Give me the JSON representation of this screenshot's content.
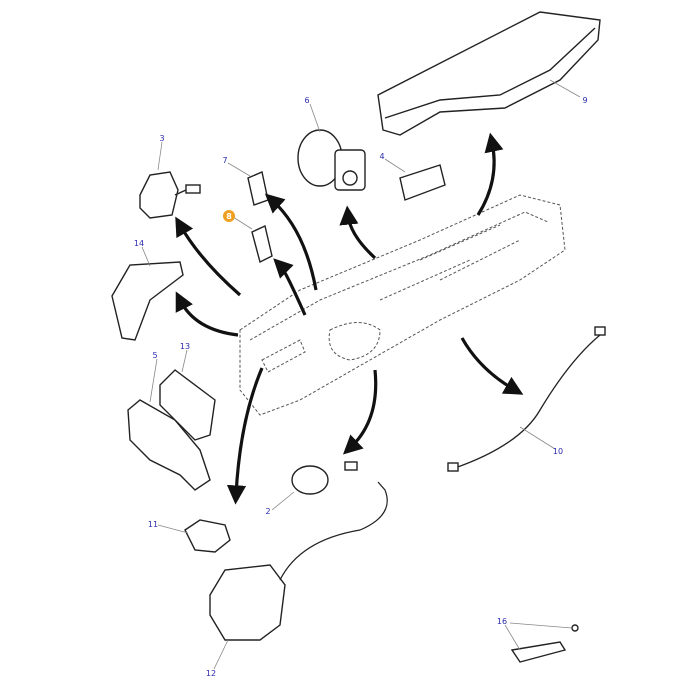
{
  "diagram": {
    "callouts": [
      {
        "id": "3",
        "label": "3"
      },
      {
        "id": "7",
        "label": "7"
      },
      {
        "id": "6",
        "label": "6"
      },
      {
        "id": "4",
        "label": "4"
      },
      {
        "id": "9",
        "label": "9"
      },
      {
        "id": "8",
        "label": "8",
        "highlighted": true
      },
      {
        "id": "14",
        "label": "14"
      },
      {
        "id": "5",
        "label": "5"
      },
      {
        "id": "13",
        "label": "13"
      },
      {
        "id": "2",
        "label": "2"
      },
      {
        "id": "11",
        "label": "11"
      },
      {
        "id": "12",
        "label": "12"
      },
      {
        "id": "10",
        "label": "10"
      },
      {
        "id": "16",
        "label": "16"
      }
    ],
    "colors": {
      "label": "#2a2ab0",
      "highlight": "#f0a020",
      "line": "#222222"
    }
  }
}
